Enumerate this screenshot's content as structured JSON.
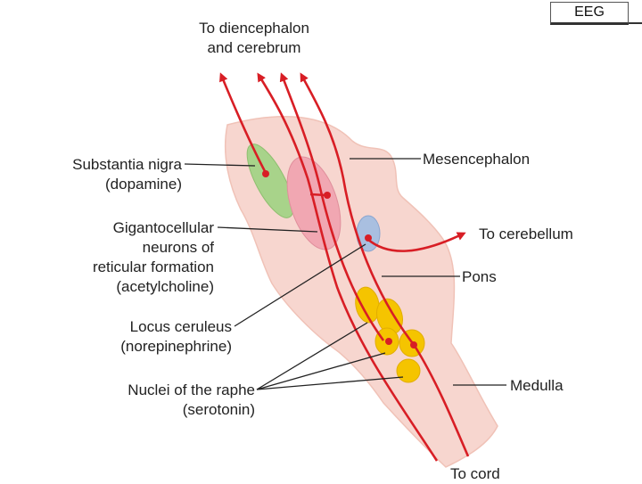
{
  "badge": "EEG",
  "colors": {
    "brainstem": "#f7d6cf",
    "brainstem_edge": "#f0c2b7",
    "arrow": "#d81e25",
    "substantia_nigra": "#a8d38a",
    "gigantocellular": "#f1a7b2",
    "locus_ceruleus": "#a9bfe0",
    "raphe": "#f5c400",
    "leader": "#222222"
  },
  "labels": {
    "top": [
      "To diencephalon",
      "and cerebrum"
    ],
    "substantia": [
      "Substantia nigra",
      "(dopamine)"
    ],
    "giganto": [
      "Gigantocellular",
      "neurons of",
      "reticular formation",
      "(acetylcholine)"
    ],
    "locus": [
      "Locus ceruleus",
      "(norepinephrine)"
    ],
    "raphe": [
      "Nuclei of the raphe",
      "(serotonin)"
    ],
    "mesencephalon": "Mesencephalon",
    "cerebellum": "To cerebellum",
    "pons": "Pons",
    "medulla": "Medulla",
    "cord": "To cord"
  }
}
